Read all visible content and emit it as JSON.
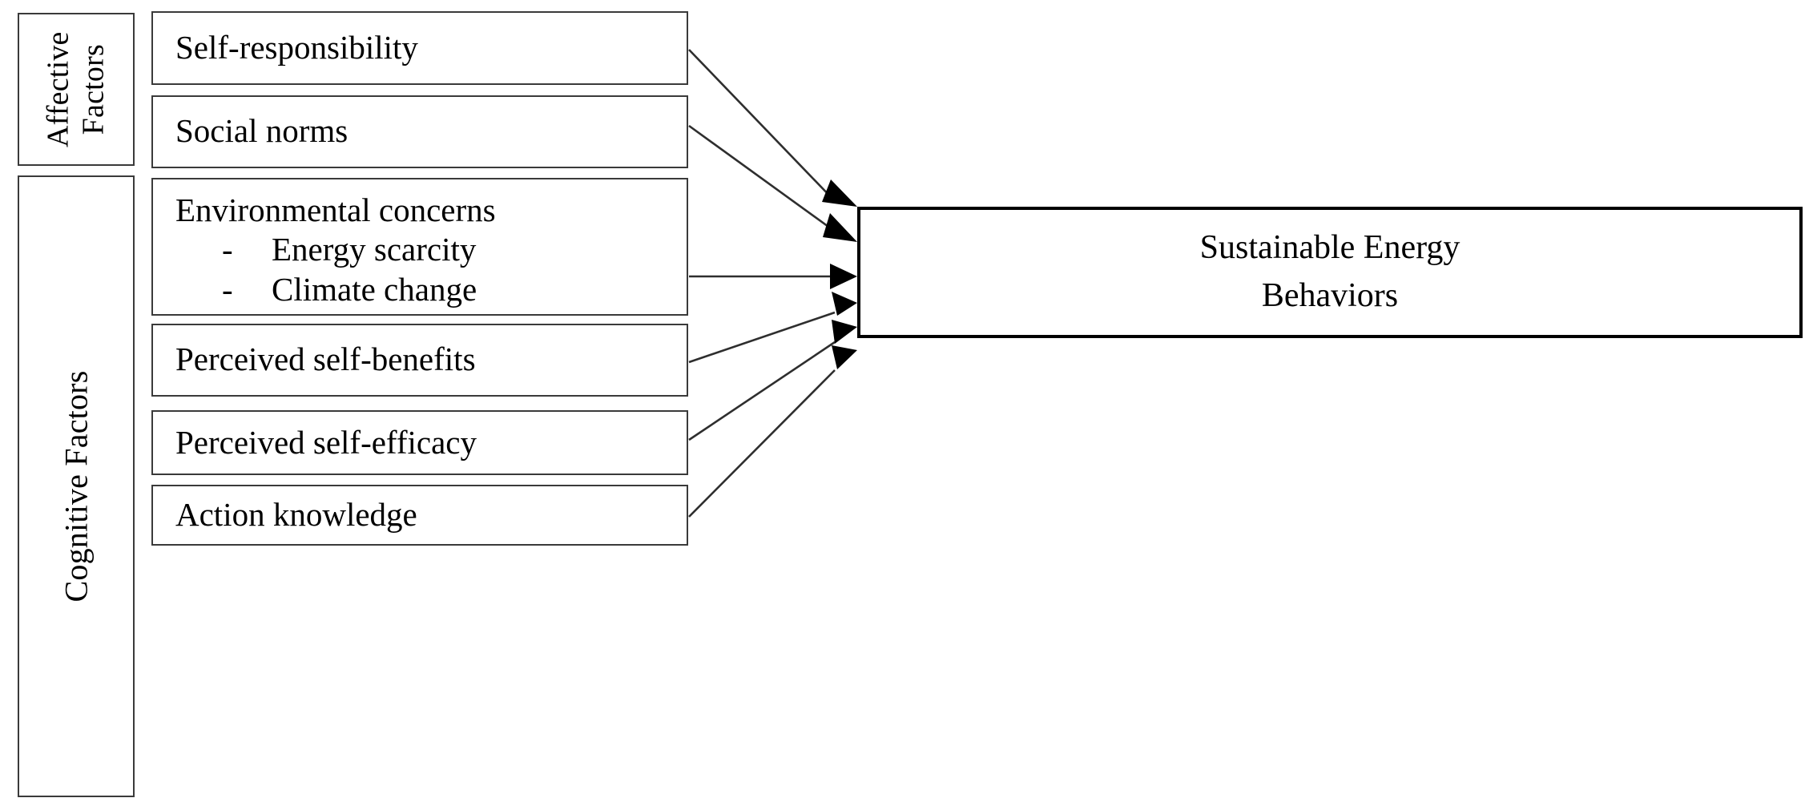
{
  "figure": {
    "title": "Sustainable Energy Behaviors conceptual model",
    "line_color": "#3a3a3a",
    "outcome_border_color": "#000000",
    "background": "#ffffff"
  },
  "categories": [
    {
      "id": "affective",
      "label": "Affective\nFactors",
      "orientation": "vertical-rotated-90",
      "lines": 2
    },
    {
      "id": "cognitive",
      "label": "Cognitive Factors",
      "orientation": "vertical-rotated-90",
      "lines": 1
    }
  ],
  "factors": [
    {
      "id": "self-responsibility",
      "category": "affective",
      "title": "Self-responsibility",
      "bullets": []
    },
    {
      "id": "social-norms",
      "category": "affective",
      "title": "Social norms",
      "bullets": []
    },
    {
      "id": "environmental-concerns",
      "category": "cognitive",
      "title": "Environmental concerns",
      "bullet_marker": "-",
      "bullets": [
        "Energy scarcity",
        "Climate change"
      ]
    },
    {
      "id": "perceived-self-benefits",
      "category": "cognitive",
      "title": "Perceived self-benefits",
      "bullets": []
    },
    {
      "id": "perceived-self-efficacy",
      "category": "cognitive",
      "title": "Perceived self-efficacy",
      "bullets": []
    },
    {
      "id": "action-knowledge",
      "category": "cognitive",
      "title": "Action knowledge",
      "bullets": []
    }
  ],
  "outcome": {
    "id": "sustainable-energy-behaviors",
    "line1": "Sustainable Energy",
    "line2": "Behaviors"
  },
  "relationships": [
    {
      "from": "self-responsibility",
      "to": "sustainable-energy-behaviors",
      "style": "solid-arrow"
    },
    {
      "from": "social-norms",
      "to": "sustainable-energy-behaviors",
      "style": "solid-arrow"
    },
    {
      "from": "environmental-concerns",
      "to": "sustainable-energy-behaviors",
      "style": "solid-arrow"
    },
    {
      "from": "perceived-self-benefits",
      "to": "sustainable-energy-behaviors",
      "style": "solid-arrow"
    },
    {
      "from": "perceived-self-efficacy",
      "to": "sustainable-energy-behaviors",
      "style": "solid-arrow"
    },
    {
      "from": "action-knowledge",
      "to": "sustainable-energy-behaviors",
      "style": "solid-arrow"
    }
  ]
}
